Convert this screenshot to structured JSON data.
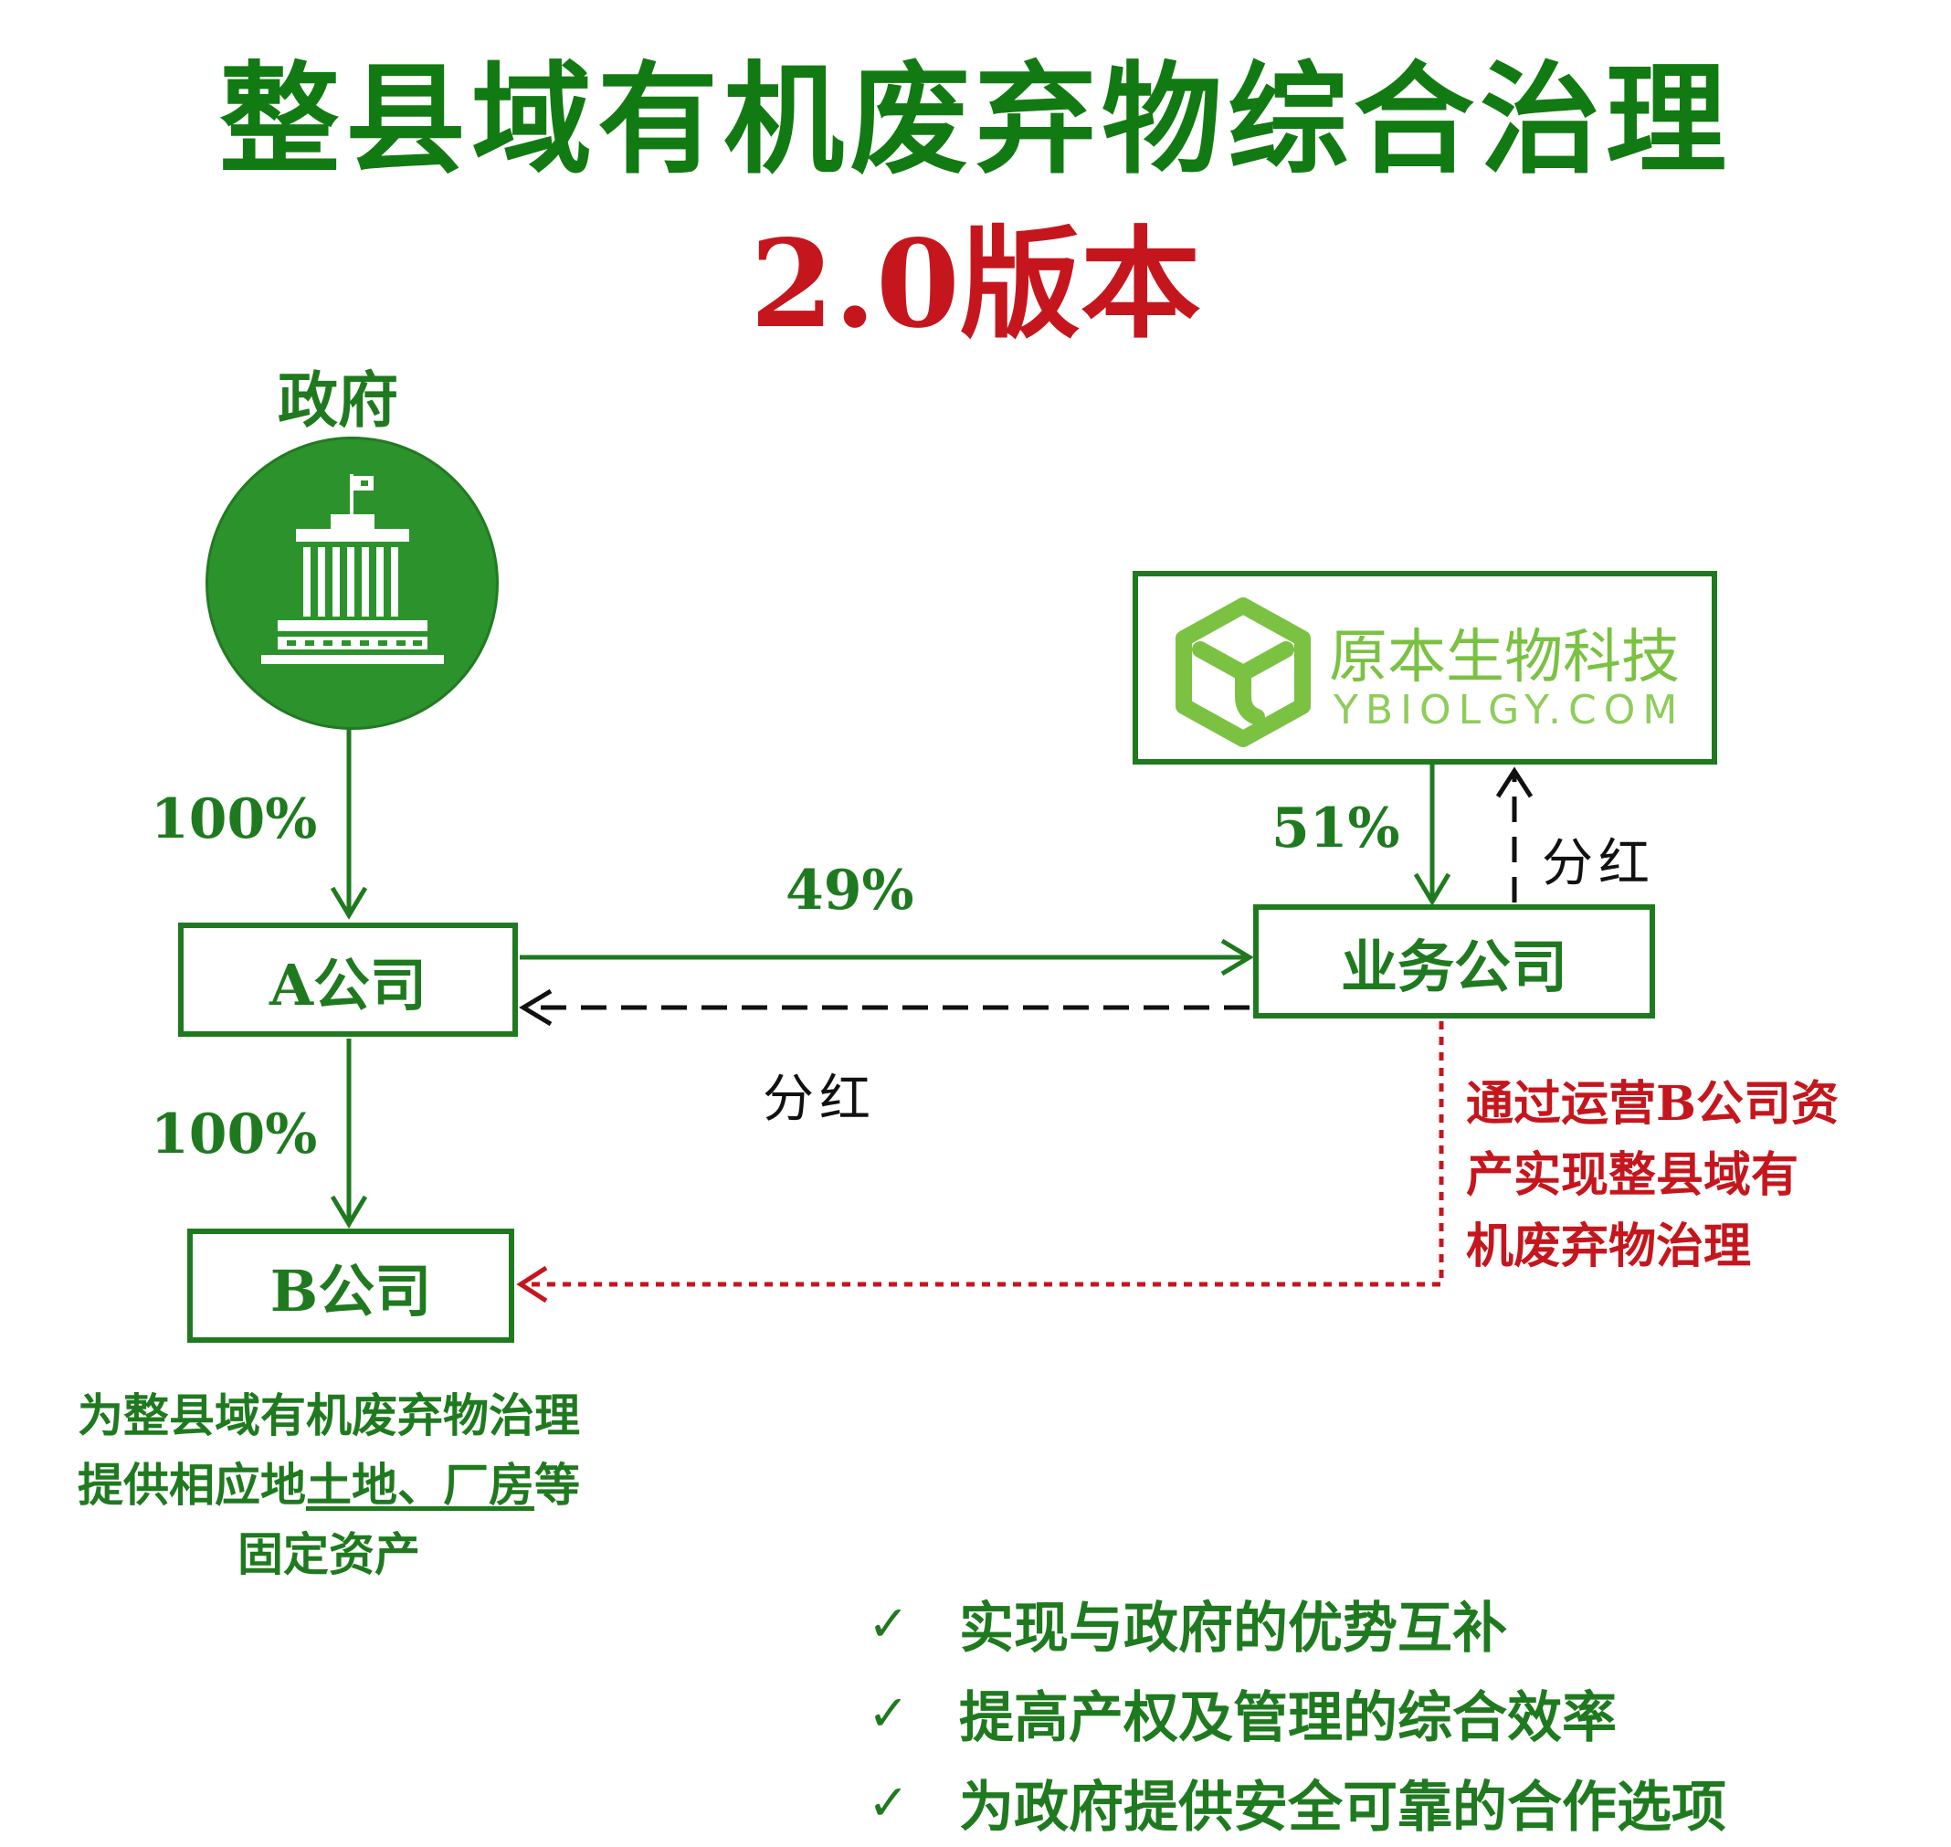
{
  "title": {
    "line1": "整县域有机废弃物综合治理",
    "line2": "2.0版本"
  },
  "nodes": {
    "government": "政府",
    "company_a": "A公司",
    "company_b": "B公司",
    "business_company": "业务公司"
  },
  "logo": {
    "cn": "原本生物科技",
    "en": "YBIOLGY.COM",
    "color": "#7bc142"
  },
  "edges": {
    "gov_to_a_pct": "100%",
    "a_to_b_pct": "100%",
    "a_to_biz_pct": "49%",
    "logo_to_biz_pct": "51%",
    "biz_to_a_dividend": "分红",
    "biz_to_logo_dividend": "分红"
  },
  "red_note": {
    "lines": [
      "通过运营B公司资",
      "产实现整县域有",
      "机废弃物治理"
    ]
  },
  "b_description": {
    "line1": "为整县域有机废弃物治理",
    "line2_pre": "提供相应地",
    "line2_underlined": "土地、厂房",
    "line2_post": "等",
    "line3": "固定资产"
  },
  "benefits": [
    "实现与政府的优势互补",
    "提高产权及管理的综合效率",
    "为政府提供安全可靠的合作选项"
  ],
  "colors": {
    "green": "#1f7a1f",
    "red": "#c5161d",
    "gov_circle": "#2c922c"
  }
}
